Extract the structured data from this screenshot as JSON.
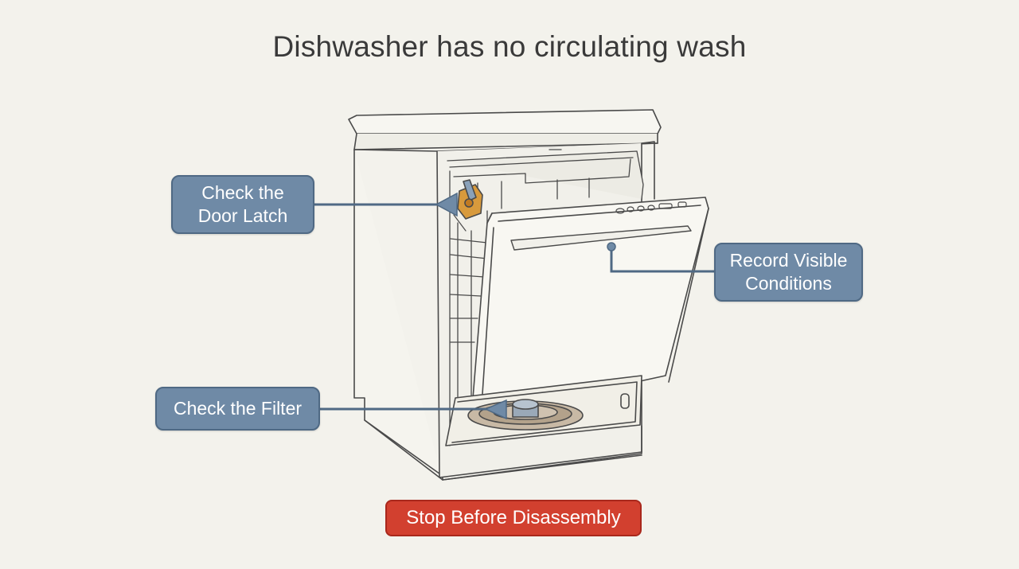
{
  "title": "Dishwasher has no circulating wash",
  "callouts": {
    "door_latch": "Check the\nDoor Latch",
    "filter": "Check the Filter",
    "record": "Record Visible\nConditions"
  },
  "warning_button": "Stop Before Disassembly",
  "colors": {
    "background": "#f3f2ec",
    "callout_fill": "#6f8aa6",
    "callout_border": "#4f6984",
    "warning_fill": "#d2402f",
    "latch_accent": "#d89a3c",
    "line": "#4a4a4a"
  }
}
